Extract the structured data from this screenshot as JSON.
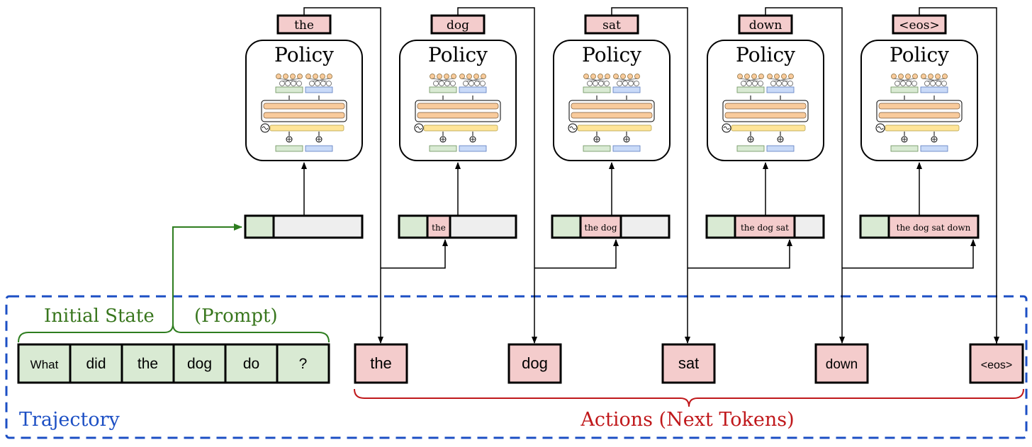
{
  "policy_label": "Policy",
  "steps": [
    {
      "output": "the",
      "state_text": "",
      "action": "the"
    },
    {
      "output": "dog",
      "state_text": "the",
      "action": "dog"
    },
    {
      "output": "sat",
      "state_text": "the dog",
      "action": "sat"
    },
    {
      "output": "down",
      "state_text": "the dog sat",
      "action": "down"
    },
    {
      "output": "<eos>",
      "state_text": "the dog sat down",
      "action": "<eos>"
    }
  ],
  "prompt_tokens": [
    "What",
    "did",
    "the",
    "dog",
    "do",
    "?"
  ],
  "labels": {
    "initial_state": "Initial State",
    "prompt": "(Prompt)",
    "trajectory": "Trajectory",
    "actions": "Actions (Next Tokens)"
  },
  "colors": {
    "green_fill": "#d9ead3",
    "pink_fill": "#f4cccc",
    "gray_fill": "#eeeeee",
    "green_text": "#38761d",
    "green_arrow": "#2e7d1f",
    "blue": "#1c4fc4",
    "red": "#c0181b",
    "orange": "#f9cb9c",
    "yellow": "#ffe599",
    "blue_cell": "#c9daf8"
  }
}
